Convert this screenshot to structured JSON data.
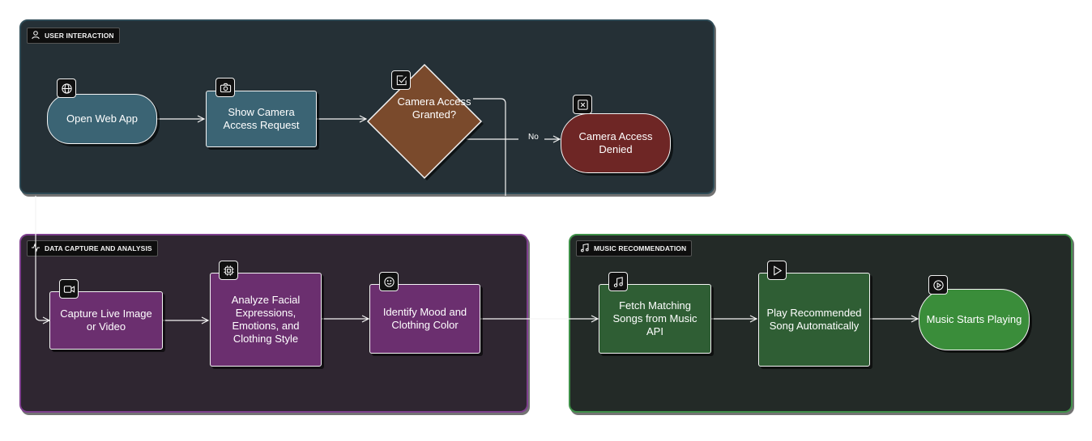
{
  "lanes": {
    "user": {
      "label": "USER INTERACTION",
      "icon": "user-icon"
    },
    "data": {
      "label": "DATA CAPTURE AND ANALYSIS",
      "icon": "activity-icon"
    },
    "music": {
      "label": "MUSIC RECOMMENDATION",
      "icon": "music-icon"
    }
  },
  "nodes": {
    "open_web_app": {
      "label": "Open Web App",
      "icon": "globe-icon"
    },
    "show_camera": {
      "label": "Show Camera Access Request",
      "icon": "camera-icon"
    },
    "camera_granted": {
      "label": "Camera Access Granted?",
      "icon": "check-square-icon"
    },
    "camera_denied": {
      "label": "Camera Access Denied",
      "icon": "x-square-icon"
    },
    "capture_live": {
      "label": "Capture Live Image or Video",
      "icon": "video-icon"
    },
    "analyze": {
      "label": "Analyze Facial Expressions, Emotions, and Clothing Style",
      "icon": "cpu-icon"
    },
    "identify": {
      "label": "Identify Mood and Clothing Color",
      "icon": "smile-icon"
    },
    "fetch": {
      "label": "Fetch Matching Songs from Music API",
      "icon": "music-note-icon"
    },
    "play": {
      "label": "Play Recommended Song Automatically",
      "icon": "play-icon"
    },
    "starts": {
      "label": "Music Starts Playing",
      "icon": "play-circle-icon"
    }
  },
  "edges": {
    "no_label": "No"
  },
  "colors": {
    "user_lane": "#253036",
    "data_lane": "#2f2631",
    "music_lane": "#232a27",
    "blue_node": "#3b6474",
    "red_node": "#6e2625",
    "purple_node": "#6b2f6f",
    "green_node": "#2f5e34",
    "bright_green_node": "#3a8d3a",
    "decision_node": "#7a4a2c"
  }
}
